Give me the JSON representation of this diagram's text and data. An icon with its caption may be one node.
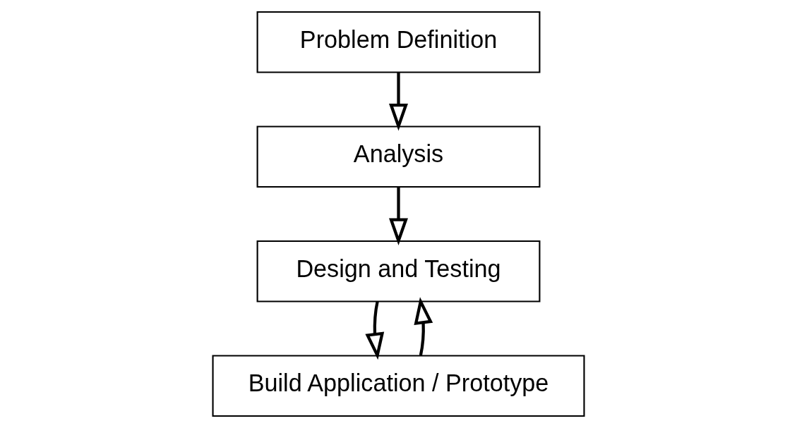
{
  "diagram": {
    "nodes": [
      {
        "text": [
          "Problem Definition"
        ]
      },
      {
        "text": [
          "Analysis"
        ]
      },
      {
        "text": [
          "Design and Testing"
        ]
      },
      {
        "text": [
          "Build Application / Prototype"
        ]
      }
    ],
    "edges": [
      {
        "from": 0,
        "to": 1,
        "arrow": "to"
      },
      {
        "from": 1,
        "to": 2,
        "arrow": "to"
      },
      {
        "from": 2,
        "to": 3,
        "arrow": "to"
      },
      {
        "from": 3,
        "to": 2,
        "arrow": "to"
      }
    ]
  }
}
